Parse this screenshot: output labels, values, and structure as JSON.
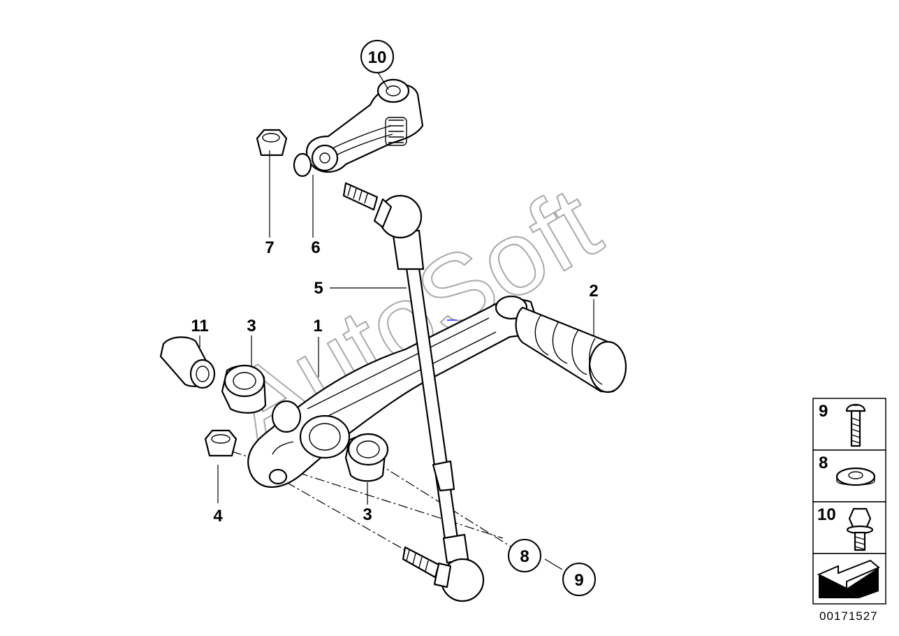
{
  "callouts": {
    "c1": "1",
    "c2": "2",
    "c3a": "3",
    "c3b": "3",
    "c4": "4",
    "c5": "5",
    "c6": "6",
    "c7": "7",
    "c8": "8",
    "c9": "9",
    "c10": "10",
    "c11": "11"
  },
  "legend": {
    "items": [
      {
        "number": "9",
        "icon": "screw-icon"
      },
      {
        "number": "8",
        "icon": "washer-icon"
      },
      {
        "number": "10",
        "icon": "flange-bolt-icon"
      }
    ],
    "arrow_icon": "direction-arrow-icon"
  },
  "diagram_code": "00171527",
  "watermark": "AutoSoft",
  "colors": {
    "line": "#000000",
    "watermark": "#a8a8a8",
    "accent": "#5555ff"
  }
}
